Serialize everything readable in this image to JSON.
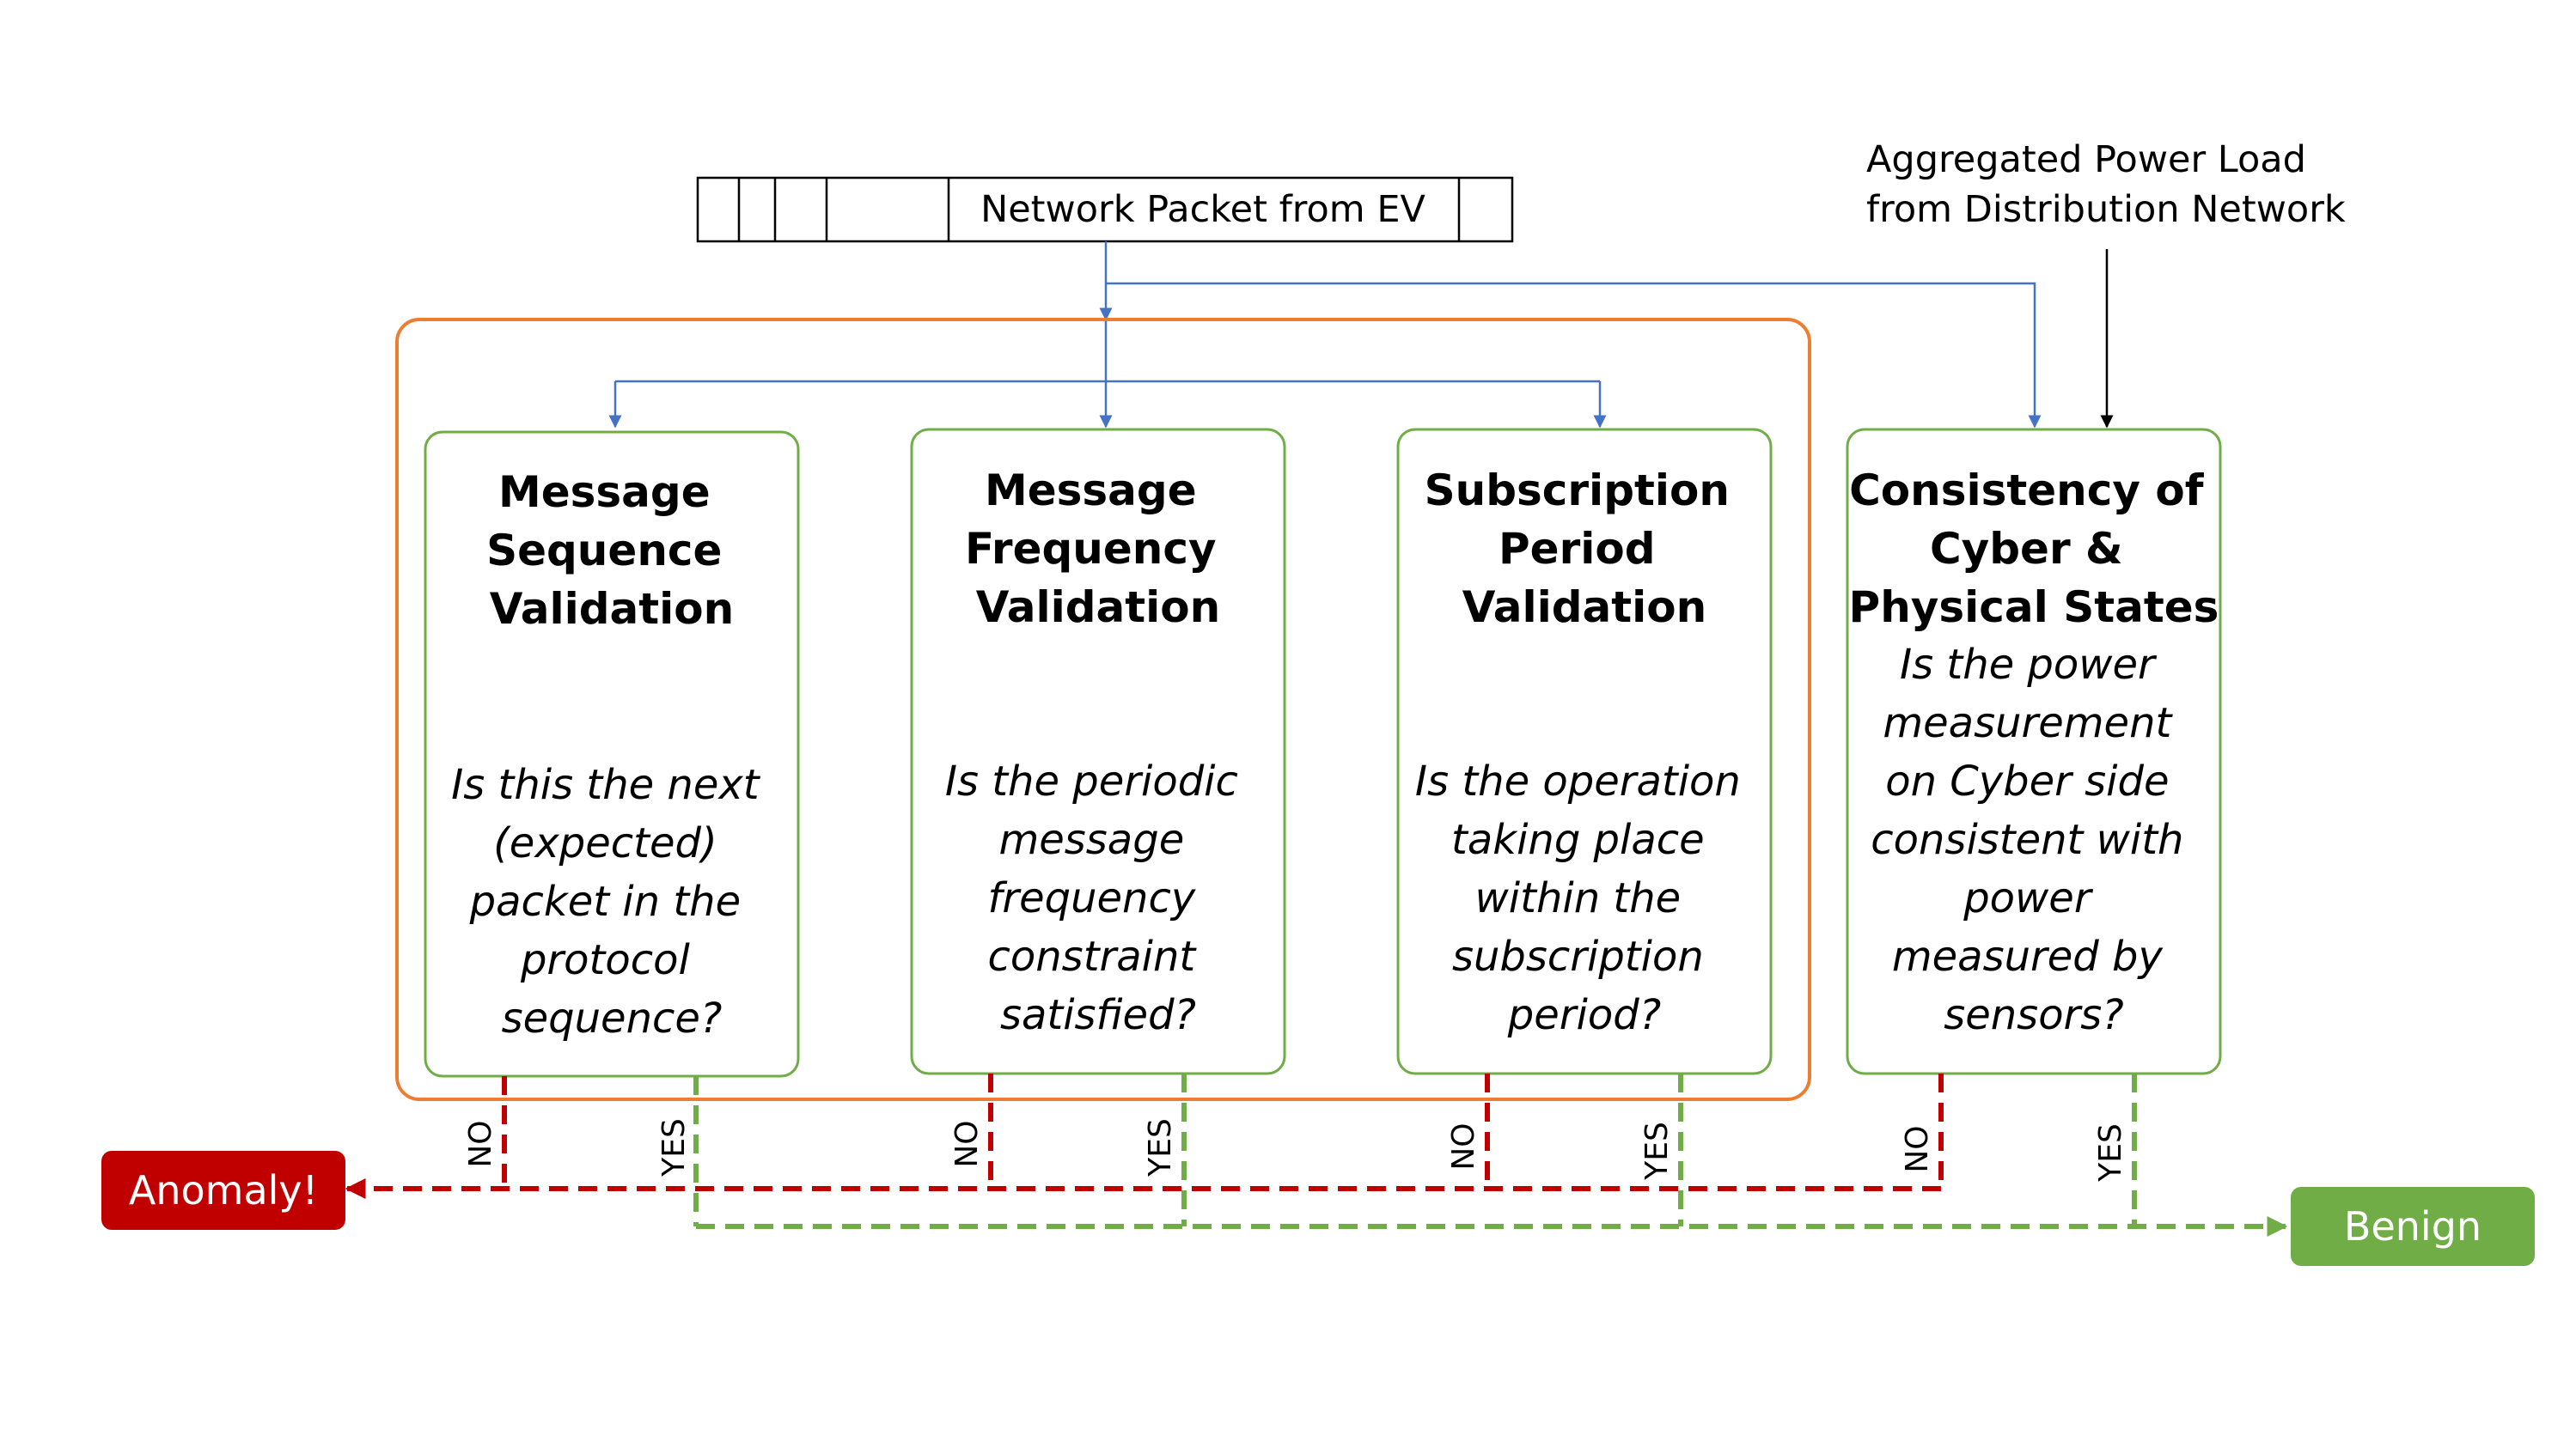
{
  "packet": {
    "label": "Network Packet from EV"
  },
  "power_source": {
    "line1": "Aggregated Power Load",
    "line2": "from Distribution Network"
  },
  "checks": [
    {
      "id": "sequence",
      "title": [
        "Message",
        "Sequence",
        "Validation"
      ],
      "question": [
        "Is this the next",
        "(expected)",
        "packet in the",
        "protocol",
        "sequence?"
      ],
      "no_label": "NO",
      "yes_label": "YES"
    },
    {
      "id": "frequency",
      "title": [
        "Message",
        "Frequency",
        "Validation"
      ],
      "question": [
        "Is the periodic",
        "message",
        "frequency",
        "constraint",
        "satisfied?"
      ],
      "no_label": "NO",
      "yes_label": "YES"
    },
    {
      "id": "subscription",
      "title": [
        "Subscription",
        "Period",
        "Validation"
      ],
      "question": [
        "Is the operation",
        "taking place",
        "within the",
        "subscription",
        "period?"
      ],
      "no_label": "NO",
      "yes_label": "YES"
    },
    {
      "id": "consistency",
      "title": [
        "Consistency of",
        "Cyber &",
        "Physical States"
      ],
      "question": [
        "Is the power",
        "measurement",
        "on Cyber side",
        "consistent with",
        "power",
        "measured by",
        "sensors?"
      ],
      "no_label": "NO",
      "yes_label": "YES"
    }
  ],
  "outcomes": {
    "anomaly": "Anomaly!",
    "benign": "Benign"
  },
  "colors": {
    "blue_arrow": "#4472C4",
    "orange_group": "#ED7D31",
    "green_box": "#70AD47",
    "red_no": "#C00000",
    "green_yes": "#70AD47",
    "anomaly_fill": "#C00000",
    "benign_fill": "#70AD47",
    "text": "#000000"
  }
}
